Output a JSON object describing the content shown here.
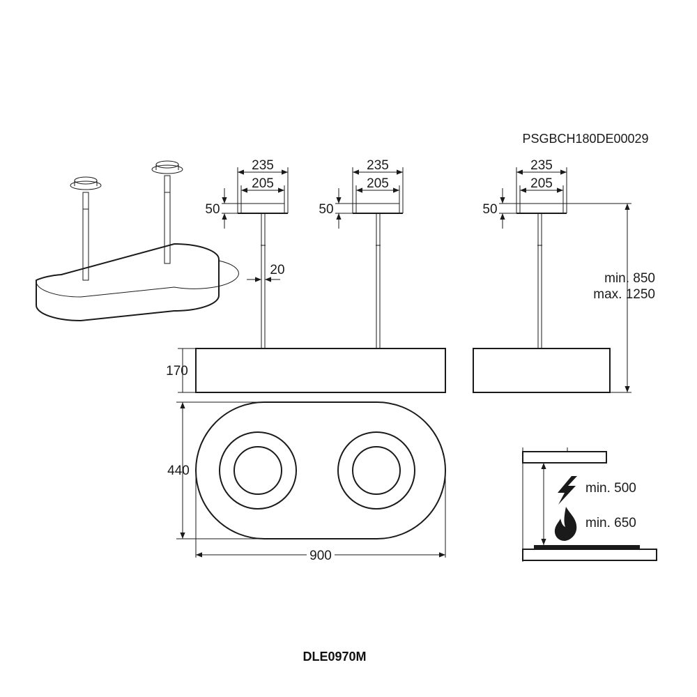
{
  "header": {
    "document_code": "PSGBCH180DE00029"
  },
  "footer": {
    "model_name": "DLE0970M"
  },
  "dimensions": {
    "canopy_outer_width": "235",
    "canopy_inner_width": "205",
    "canopy_height": "50",
    "rod_diameter": "20",
    "body_height": "170",
    "body_depth": "440",
    "body_width": "900",
    "suspension_min": "min. 850",
    "suspension_max": "max. 1250"
  },
  "clearance": {
    "electric_min": "min. 500",
    "gas_min": "min. 650",
    "electric_icon": "lightning-icon",
    "gas_icon": "flame-icon"
  }
}
